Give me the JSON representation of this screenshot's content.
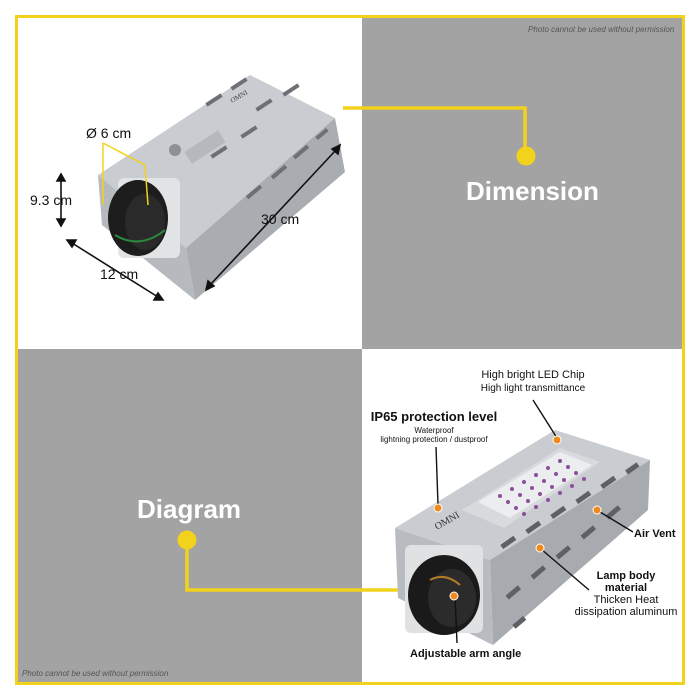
{
  "watermark_top": "Photo cannot be used without permission",
  "watermark_bottom": "Photo cannot be used without permission",
  "sections": {
    "dimension_title": "Dimension",
    "diagram_title": "Diagram"
  },
  "measurements": {
    "diameter": "Ø 6 cm",
    "height": "9.3 cm",
    "width": "12 cm",
    "length": "30 cm"
  },
  "features": {
    "led_title": "High bright LED Chip",
    "led_sub": "High light transmittance",
    "ip_title": "IP65 protection level",
    "ip_sub1": "Waterproof",
    "ip_sub2": "lightning protection / dustproof",
    "vent": "Air Vent",
    "body_title1": "Lamp body",
    "body_title2": "material",
    "body_sub1": "Thicken Heat",
    "body_sub2": "dissipation aluminum",
    "arm": "Adjustable arm angle"
  },
  "logo_text": "OMNI",
  "colors": {
    "accent": "#f2d21b",
    "panel_gray": "#a3a3a3",
    "body_gray": "#c4c7ca",
    "dot_orange": "#f08a1c"
  }
}
